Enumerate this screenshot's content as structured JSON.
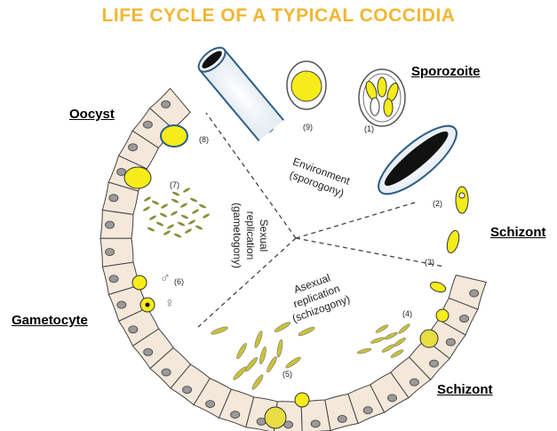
{
  "title": "LIFE CYCLE OF A TYPICAL COCCIDIA",
  "labels": {
    "sporozoite": "Sporozoite",
    "oocyst": "Oocyst",
    "schizont_top": "Schizont",
    "gametocyte": "Gametocyte",
    "schizont_bottom": "Schizont"
  },
  "stages": {
    "environment": [
      "Environment",
      "(sporogony)"
    ],
    "sexual": [
      "Sexual",
      "replication",
      "(gametogony)"
    ],
    "asexual": [
      "Asexual",
      "replication",
      "(schizogony)"
    ]
  },
  "step_numbers": [
    "(1)",
    "(2)",
    "(3)",
    "(4)",
    "(5)",
    "(6)",
    "(7)",
    "(8)",
    "(9)"
  ],
  "symbols": {
    "male": "♂",
    "female": "♀"
  },
  "colors": {
    "title": "#f2b632",
    "cell_fill": "#f3e8da",
    "nucleus": "#9a9a9a",
    "parasite_yellow": "#f5ec1a",
    "merozoite": "#c9c23a",
    "capsule_outline": "#2f5e86"
  }
}
